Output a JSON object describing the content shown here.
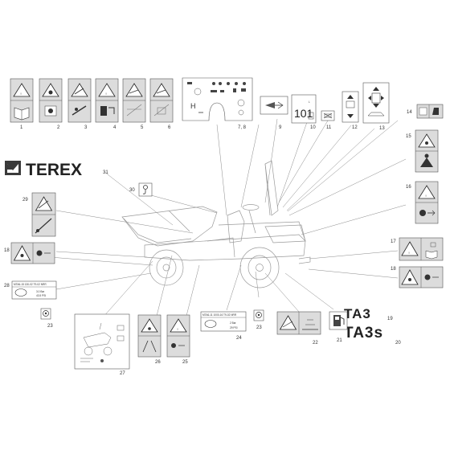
{
  "brand": {
    "logo_text": "TEREX",
    "model_ta3": "TA3",
    "model_ta3s": "TA3s"
  },
  "decal_numbers": {
    "n1": "1",
    "n2": "2",
    "n3": "3",
    "n4": "4",
    "n5": "5",
    "n6": "6",
    "n78": "7, 8",
    "n9": "9",
    "n10": "10",
    "n11": "11",
    "n12": "12",
    "n13": "13",
    "n14": "14",
    "n15": "15",
    "n16": "16",
    "n17": "17",
    "n18a": "18",
    "n18b": "18",
    "n19": "19",
    "n20": "20",
    "n21": "21",
    "n22": "22",
    "n23a": "23",
    "n23b": "23",
    "n24": "24",
    "n25": "25",
    "n26": "26",
    "n27": "27",
    "n28": "28",
    "n29": "29",
    "n30": "30",
    "n31": "31"
  },
  "pressure_front": {
    "header": "MTA6-15 130-02 T9-02 NRR",
    "bar": "3.0 Bar",
    "psi": "43.5 PSI"
  },
  "pressure_rear": {
    "header": "MTA6-11 1000-16 T9-02 NRR",
    "bar": "2 Bar",
    "psi": "29 PSI"
  },
  "decal_10": {
    "value": "101",
    "unit": "L"
  },
  "decal_78": {
    "gear": "H"
  },
  "colors": {
    "decal_gray": "#d9d9d9",
    "decal_border": "#555555",
    "line": "#777777",
    "machine": "#999999"
  }
}
